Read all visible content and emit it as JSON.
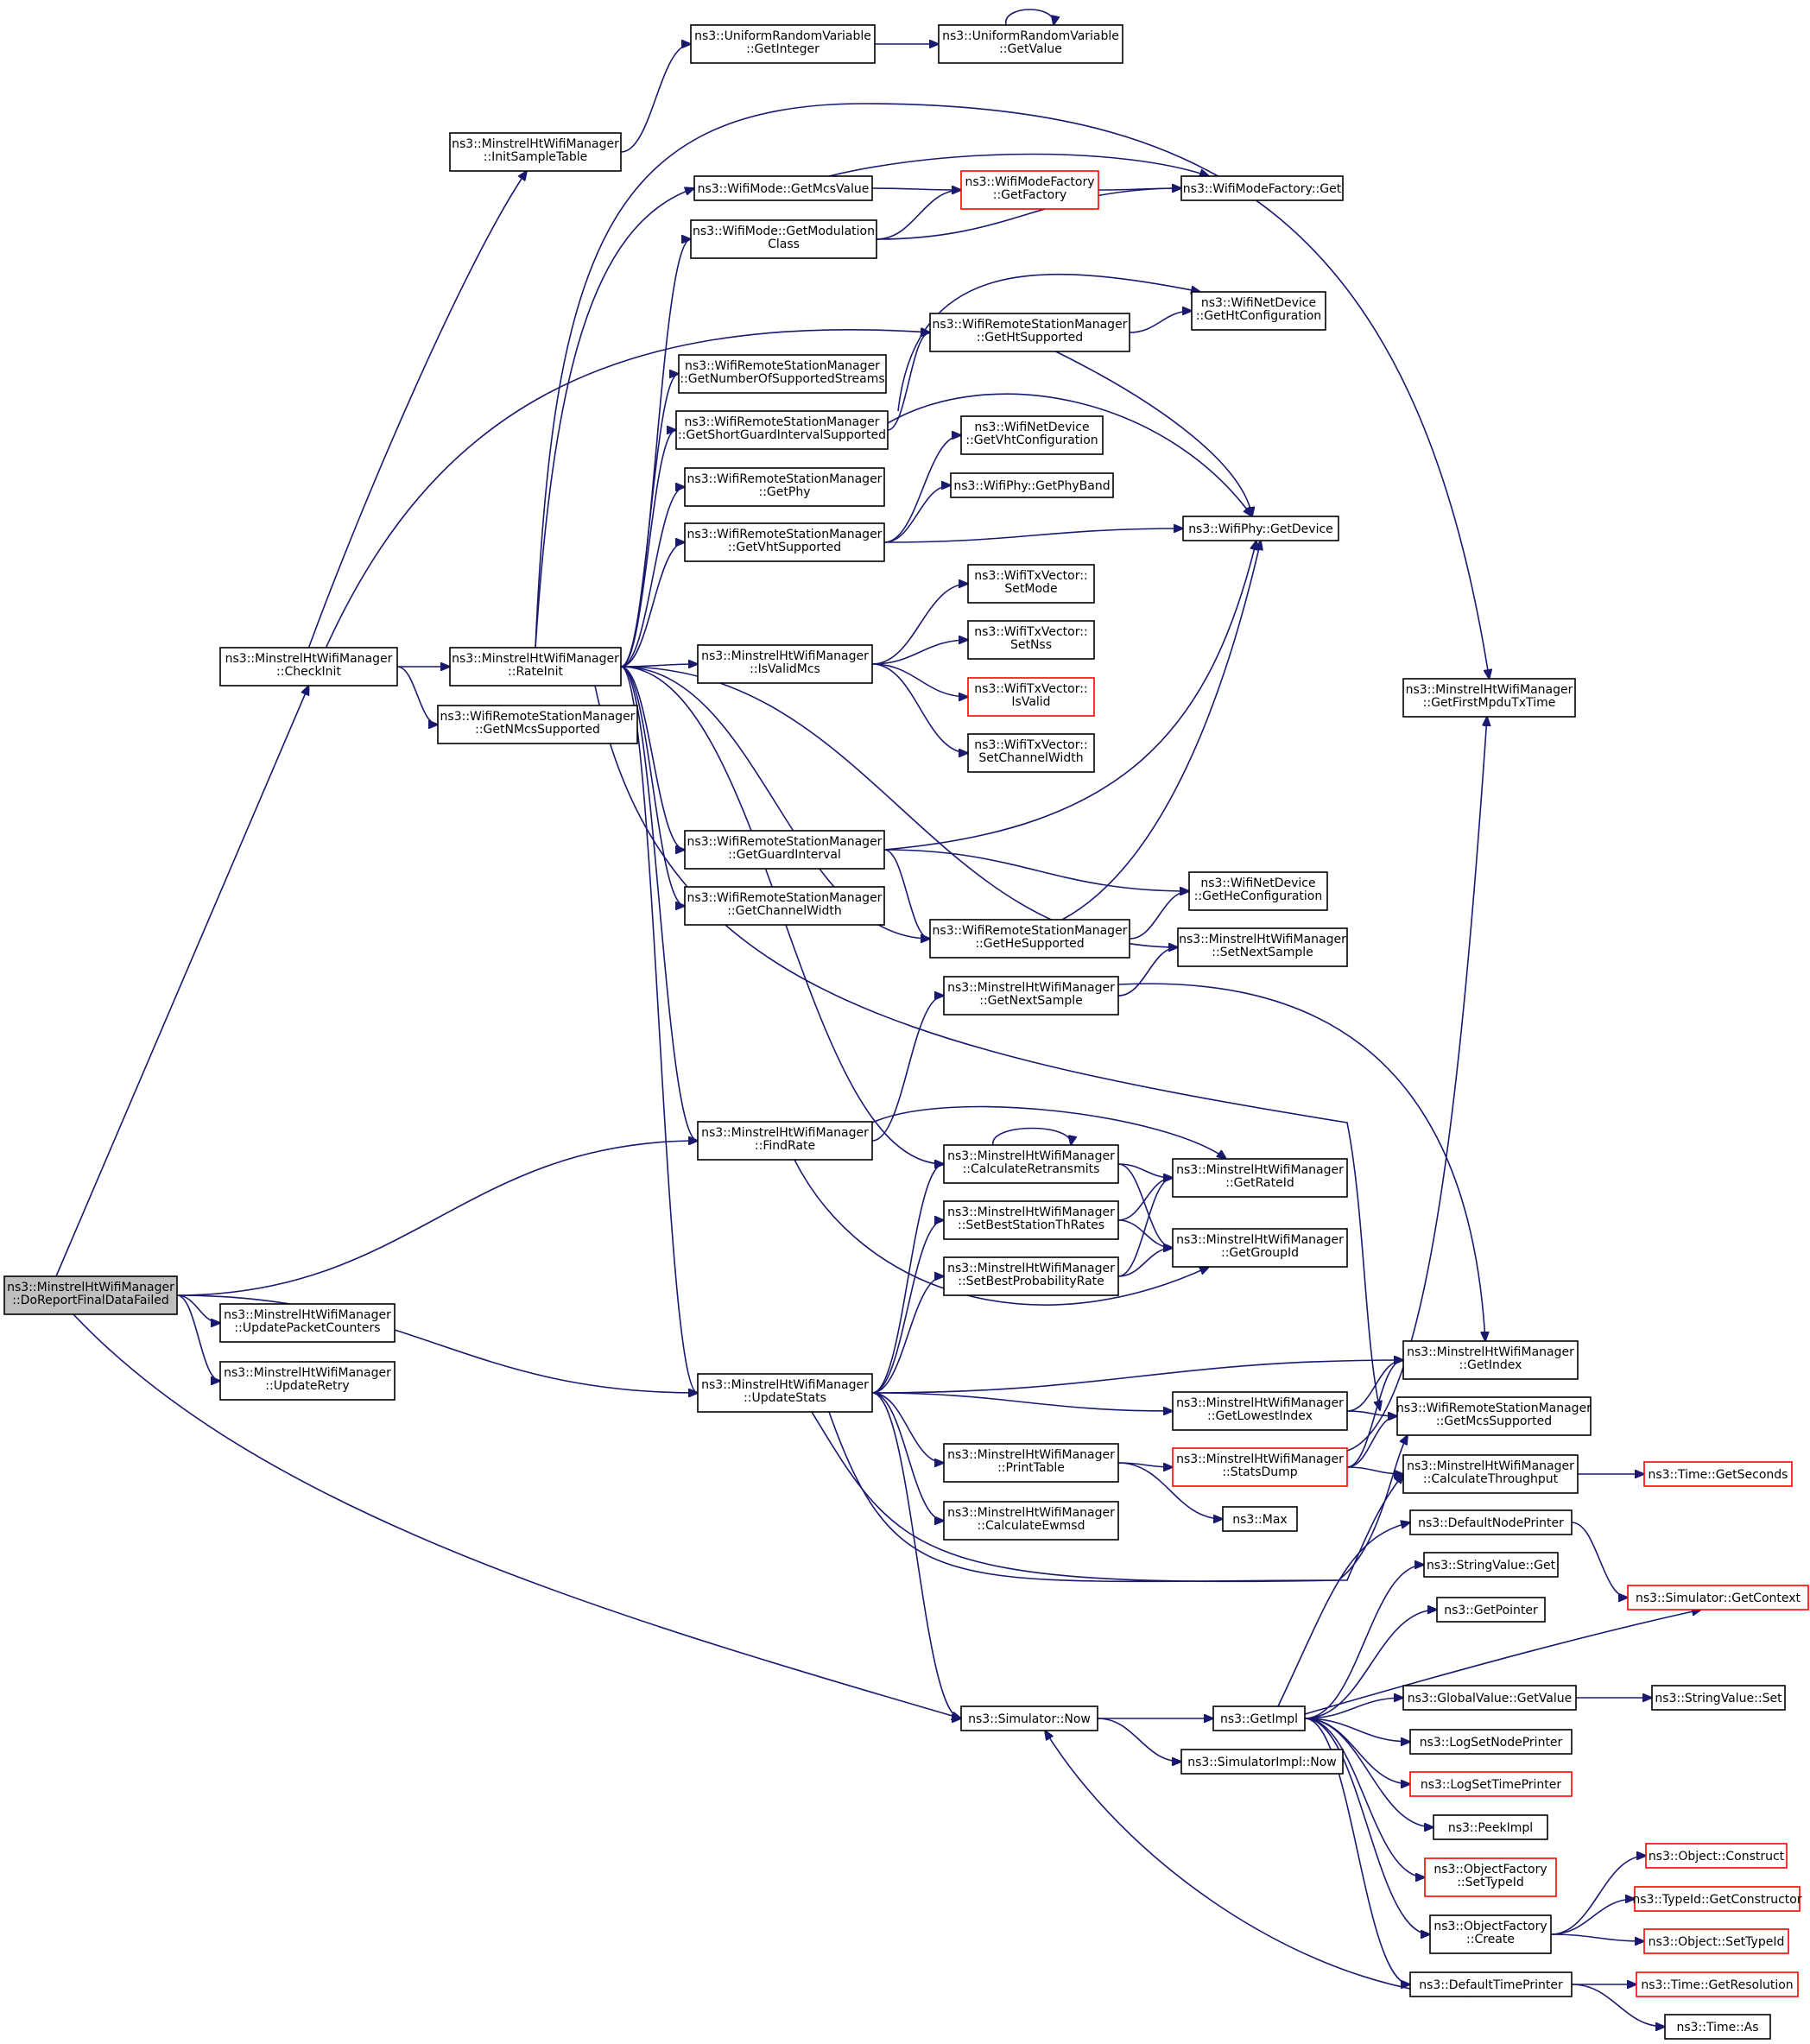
{
  "diagram": {
    "nodes": [
      {
        "id": "doreport",
        "lines": [
          "ns3::MinstrelHtWifiManager",
          "::DoReportFinalDataFailed"
        ],
        "highlight": true
      },
      {
        "id": "checkinit",
        "lines": [
          "ns3::MinstrelHtWifiManager",
          "::CheckInit"
        ]
      },
      {
        "id": "updpkt",
        "lines": [
          "ns3::MinstrelHtWifiManager",
          "::UpdatePacketCounters"
        ]
      },
      {
        "id": "updretry",
        "lines": [
          "ns3::MinstrelHtWifiManager",
          "::UpdateRetry"
        ]
      },
      {
        "id": "initsample",
        "lines": [
          "ns3::MinstrelHtWifiManager",
          "::InitSampleTable"
        ]
      },
      {
        "id": "rateinit",
        "lines": [
          "ns3::MinstrelHtWifiManager",
          "::RateInit"
        ]
      },
      {
        "id": "getnmcs",
        "lines": [
          "ns3::WifiRemoteStationManager",
          "::GetNMcsSupported"
        ]
      },
      {
        "id": "urv_getint",
        "lines": [
          "ns3::UniformRandomVariable",
          "::GetInteger"
        ]
      },
      {
        "id": "urv_getval",
        "lines": [
          "ns3::UniformRandomVariable",
          "::GetValue"
        ]
      },
      {
        "id": "getmcsval",
        "lines": [
          "ns3::WifiMode::GetMcsValue"
        ]
      },
      {
        "id": "getmodclass",
        "lines": [
          "ns3::WifiMode::GetModulation",
          "Class"
        ]
      },
      {
        "id": "getfactory",
        "lines": [
          "ns3::WifiModeFactory",
          "::GetFactory"
        ],
        "red": true
      },
      {
        "id": "factoryget",
        "lines": [
          "ns3::WifiModeFactory::Get"
        ]
      },
      {
        "id": "gethtsupp",
        "lines": [
          "ns3::WifiRemoteStationManager",
          "::GetHtSupported"
        ]
      },
      {
        "id": "gethtconf",
        "lines": [
          "ns3::WifiNetDevice",
          "::GetHtConfiguration"
        ]
      },
      {
        "id": "getnumstreams",
        "lines": [
          "ns3::WifiRemoteStationManager",
          "::GetNumberOfSupportedStreams"
        ]
      },
      {
        "id": "getsgi",
        "lines": [
          "ns3::WifiRemoteStationManager",
          "::GetShortGuardIntervalSupported"
        ]
      },
      {
        "id": "getvhtconf",
        "lines": [
          "ns3::WifiNetDevice",
          "::GetVhtConfiguration"
        ]
      },
      {
        "id": "getphy",
        "lines": [
          "ns3::WifiRemoteStationManager",
          "::GetPhy"
        ]
      },
      {
        "id": "getphyband",
        "lines": [
          "ns3::WifiPhy::GetPhyBand"
        ]
      },
      {
        "id": "getvhtsupp",
        "lines": [
          "ns3::WifiRemoteStationManager",
          "::GetVhtSupported"
        ]
      },
      {
        "id": "phygetdev",
        "lines": [
          "ns3::WifiPhy::GetDevice"
        ]
      },
      {
        "id": "setmode",
        "lines": [
          "ns3::WifiTxVector::",
          "SetMode"
        ]
      },
      {
        "id": "setnss",
        "lines": [
          "ns3::WifiTxVector::",
          "SetNss"
        ]
      },
      {
        "id": "isvalid",
        "lines": [
          "ns3::WifiTxVector::",
          "IsValid"
        ],
        "red": true
      },
      {
        "id": "setchw",
        "lines": [
          "ns3::WifiTxVector::",
          "SetChannelWidth"
        ]
      },
      {
        "id": "isvalidmcs",
        "lines": [
          "ns3::MinstrelHtWifiManager",
          "::IsValidMcs"
        ]
      },
      {
        "id": "getfirstmpdu",
        "lines": [
          "ns3::MinstrelHtWifiManager",
          "::GetFirstMpduTxTime"
        ]
      },
      {
        "id": "getgi",
        "lines": [
          "ns3::WifiRemoteStationManager",
          "::GetGuardInterval"
        ]
      },
      {
        "id": "getchw",
        "lines": [
          "ns3::WifiRemoteStationManager",
          "::GetChannelWidth"
        ]
      },
      {
        "id": "getheconf",
        "lines": [
          "ns3::WifiNetDevice",
          "::GetHeConfiguration"
        ]
      },
      {
        "id": "gethesupp",
        "lines": [
          "ns3::WifiRemoteStationManager",
          "::GetHeSupported"
        ]
      },
      {
        "id": "setnextsample",
        "lines": [
          "ns3::MinstrelHtWifiManager",
          "::SetNextSample"
        ]
      },
      {
        "id": "getnextsample",
        "lines": [
          "ns3::MinstrelHtWifiManager",
          "::GetNextSample"
        ]
      },
      {
        "id": "findrate",
        "lines": [
          "ns3::MinstrelHtWifiManager",
          "::FindRate"
        ]
      },
      {
        "id": "calcretx",
        "lines": [
          "ns3::MinstrelHtWifiManager",
          "::CalculateRetransmits"
        ]
      },
      {
        "id": "getrateid",
        "lines": [
          "ns3::MinstrelHtWifiManager",
          "::GetRateId"
        ]
      },
      {
        "id": "setbeststa",
        "lines": [
          "ns3::MinstrelHtWifiManager",
          "::SetBestStationThRates"
        ]
      },
      {
        "id": "getgroupid",
        "lines": [
          "ns3::MinstrelHtWifiManager",
          "::GetGroupId"
        ]
      },
      {
        "id": "setbestprob",
        "lines": [
          "ns3::MinstrelHtWifiManager",
          "::SetBestProbabilityRate"
        ]
      },
      {
        "id": "updatestats",
        "lines": [
          "ns3::MinstrelHtWifiManager",
          "::UpdateStats"
        ]
      },
      {
        "id": "getindex",
        "lines": [
          "ns3::MinstrelHtWifiManager",
          "::GetIndex"
        ]
      },
      {
        "id": "getlowest",
        "lines": [
          "ns3::MinstrelHtWifiManager",
          "::GetLowestIndex"
        ]
      },
      {
        "id": "getmcssupp",
        "lines": [
          "ns3::WifiRemoteStationManager",
          "::GetMcsSupported"
        ]
      },
      {
        "id": "printtable",
        "lines": [
          "ns3::MinstrelHtWifiManager",
          "::PrintTable"
        ]
      },
      {
        "id": "statsdump",
        "lines": [
          "ns3::MinstrelHtWifiManager",
          "::StatsDump"
        ],
        "red": true
      },
      {
        "id": "calcthr",
        "lines": [
          "ns3::MinstrelHtWifiManager",
          "::CalculateThroughput"
        ]
      },
      {
        "id": "getseconds",
        "lines": [
          "ns3::Time::GetSeconds"
        ],
        "red": true
      },
      {
        "id": "calcewmsd",
        "lines": [
          "ns3::MinstrelHtWifiManager",
          "::CalculateEwmsd"
        ]
      },
      {
        "id": "max",
        "lines": [
          "ns3::Max"
        ]
      },
      {
        "id": "defnodeprinter",
        "lines": [
          "ns3::DefaultNodePrinter"
        ]
      },
      {
        "id": "strvalget",
        "lines": [
          "ns3::StringValue::Get"
        ]
      },
      {
        "id": "getcontext",
        "lines": [
          "ns3::Simulator::GetContext"
        ],
        "red": true
      },
      {
        "id": "getpointer",
        "lines": [
          "ns3::GetPointer"
        ]
      },
      {
        "id": "simnow",
        "lines": [
          "ns3::Simulator::Now"
        ]
      },
      {
        "id": "getimpl",
        "lines": [
          "ns3::GetImpl"
        ]
      },
      {
        "id": "globalgetval",
        "lines": [
          "ns3::GlobalValue::GetValue"
        ]
      },
      {
        "id": "strvalset",
        "lines": [
          "ns3::StringValue::Set"
        ]
      },
      {
        "id": "simimplnow",
        "lines": [
          "ns3::SimulatorImpl::Now"
        ]
      },
      {
        "id": "logsetnode",
        "lines": [
          "ns3::LogSetNodePrinter"
        ]
      },
      {
        "id": "logsettime",
        "lines": [
          "ns3::LogSetTimePrinter"
        ],
        "red": true
      },
      {
        "id": "peekimpl",
        "lines": [
          "ns3::PeekImpl"
        ]
      },
      {
        "id": "objfsettype",
        "lines": [
          "ns3::ObjectFactory",
          "::SetTypeId"
        ],
        "red": true
      },
      {
        "id": "objconstruct",
        "lines": [
          "ns3::Object::Construct"
        ],
        "red": true
      },
      {
        "id": "typeidgetctor",
        "lines": [
          "ns3::TypeId::GetConstructor"
        ],
        "red": true
      },
      {
        "id": "objfcreate",
        "lines": [
          "ns3::ObjectFactory",
          "::Create"
        ]
      },
      {
        "id": "objsettype",
        "lines": [
          "ns3::Object::SetTypeId"
        ],
        "red": true
      },
      {
        "id": "deftimeprinter",
        "lines": [
          "ns3::DefaultTimePrinter"
        ]
      },
      {
        "id": "getresolution",
        "lines": [
          "ns3::Time::GetResolution"
        ],
        "red": true
      },
      {
        "id": "timeas",
        "lines": [
          "ns3::Time::As"
        ]
      }
    ]
  }
}
